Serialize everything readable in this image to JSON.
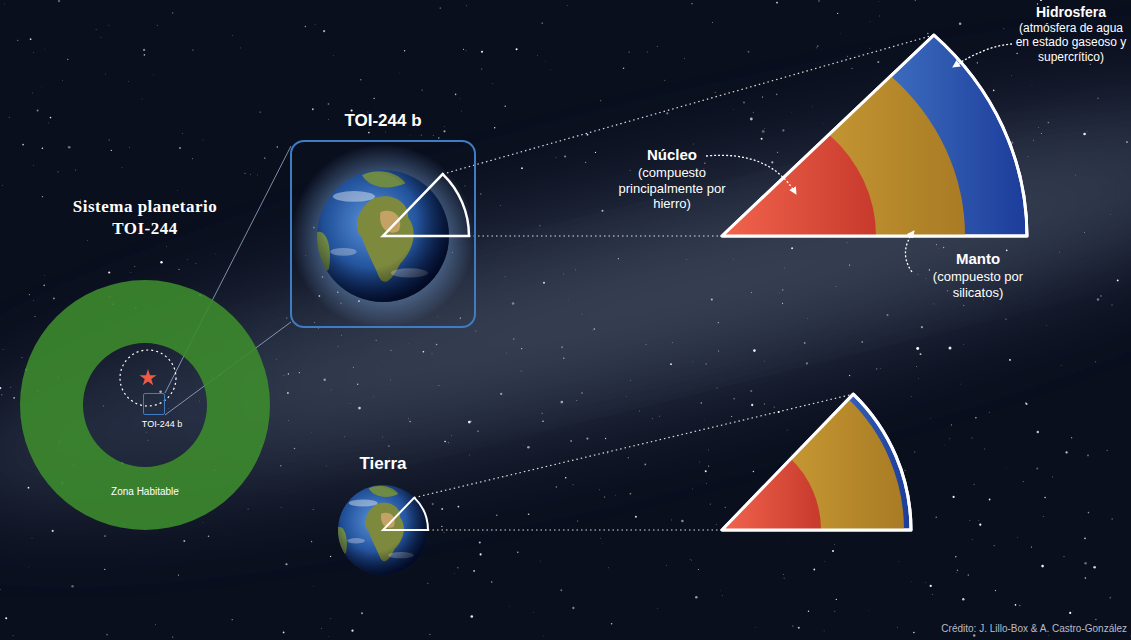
{
  "diagram": {
    "title": "Sistema planetario TOI-244",
    "nodes": [
      {
        "text": [
          "Zona Habitable"
        ]
      },
      {
        "text": [
          "TOI-244 b"
        ],
        "in": 0
      },
      {
        "text": [
          "TOI-244 b"
        ]
      },
      {
        "text": [
          "Tierra"
        ]
      }
    ],
    "edges": [
      {
        "from": 1,
        "to": 2,
        "arrow": "none"
      }
    ],
    "labels": [
      "Núcleo",
      "(compuesto principalmente por hierro)",
      "Manto",
      "(compuesto por silicatos)",
      "Hidrosfera",
      "(atmósfera de agua en estado gaseoso y supercrítico)",
      "Crédito: J. Lillo-Box & A. Castro-González"
    ]
  }
}
